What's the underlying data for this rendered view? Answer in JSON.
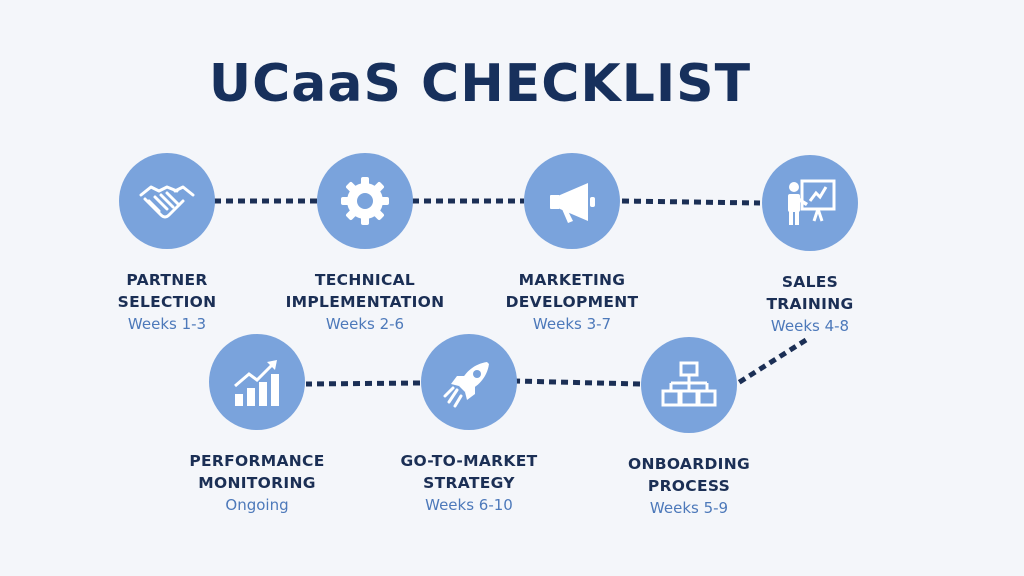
{
  "title": "UCaaS CHECKLIST",
  "steps": [
    {
      "line1": "PARTNER",
      "line2": "SELECTION",
      "timing": "Weeks 1-3",
      "icon": "handshake-icon"
    },
    {
      "line1": "TECHNICAL",
      "line2": "IMPLEMENTATION",
      "timing": "Weeks 2-6",
      "icon": "gear-icon"
    },
    {
      "line1": "MARKETING",
      "line2": "DEVELOPMENT",
      "timing": "Weeks 3-7",
      "icon": "megaphone-icon"
    },
    {
      "line1": "SALES",
      "line2": "TRAINING",
      "timing": "Weeks 4-8",
      "icon": "presentation-icon"
    },
    {
      "line1": "ONBOARDING",
      "line2": "PROCESS",
      "timing": "Weeks 5-9",
      "icon": "hierarchy-icon"
    },
    {
      "line1": "GO-TO-MARKET",
      "line2": "STRATEGY",
      "timing": "Weeks 6-10",
      "icon": "rocket-icon"
    },
    {
      "line1": "PERFORMANCE",
      "line2": "MONITORING",
      "timing": "Ongoing",
      "icon": "growth-chart-icon"
    }
  ],
  "colors": {
    "background": "#f4f6fa",
    "title": "#17305c",
    "circle": "#7aa3dc",
    "connector": "#1b2f55",
    "timing": "#4d79ba"
  }
}
